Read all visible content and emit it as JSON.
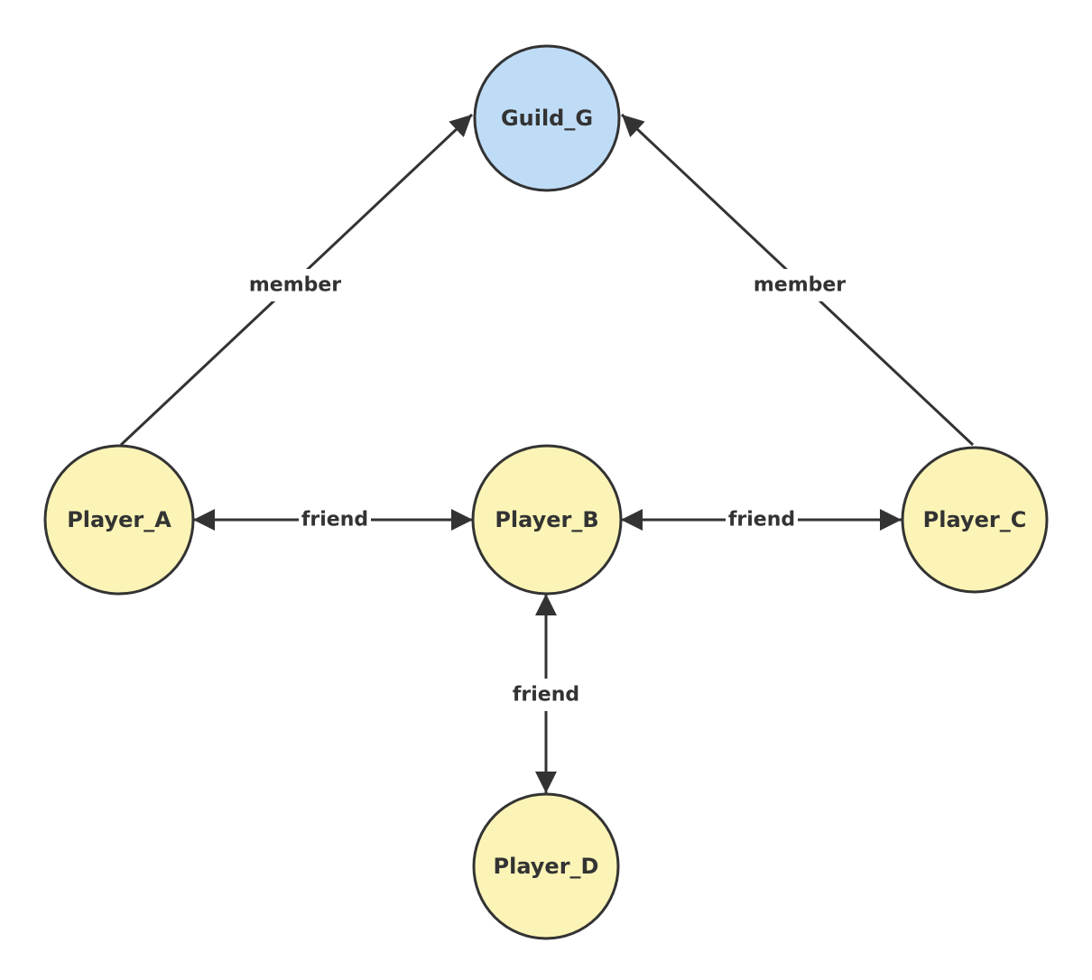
{
  "colors": {
    "player_fill": "#fbf4b6",
    "guild_fill": "#bfdcf7",
    "stroke": "#333333",
    "label_bg": "#ffffff"
  },
  "nodes": {
    "guild_g": "Guild_G",
    "player_a": "Player_A",
    "player_b": "Player_B",
    "player_c": "Player_C",
    "player_d": "Player_D"
  },
  "edges": {
    "a_guild": "member",
    "c_guild": "member",
    "a_b": "friend",
    "b_c": "friend",
    "b_d": "friend"
  }
}
